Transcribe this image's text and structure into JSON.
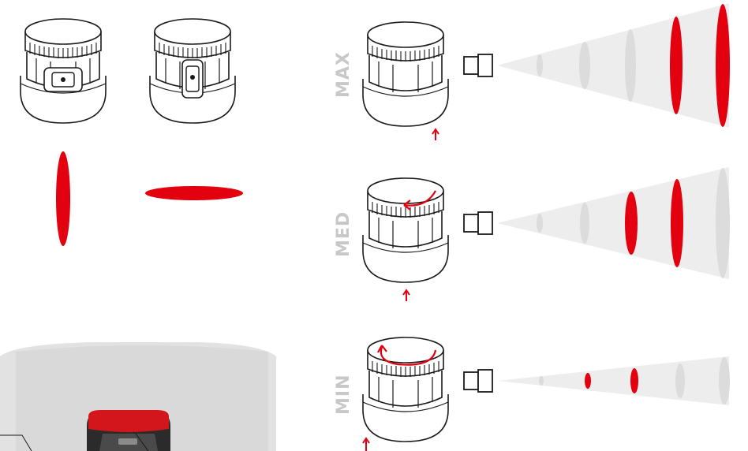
{
  "levels": [
    {
      "key": "max",
      "label": "MAX"
    },
    {
      "key": "med",
      "label": "MED"
    },
    {
      "key": "min",
      "label": "MIN"
    }
  ],
  "colors": {
    "accent": "#e3000f",
    "outline": "#1a1a1a",
    "cone": "#e6e6e6",
    "ring": "#d4d4d4",
    "label": "#c8c8c8"
  },
  "icons": [
    "nozzle-cap-icon",
    "nozzle-tip-icon",
    "rotation-arrow-icon",
    "up-arrow-icon",
    "spray-cone-icon",
    "spray-pattern-icon"
  ]
}
